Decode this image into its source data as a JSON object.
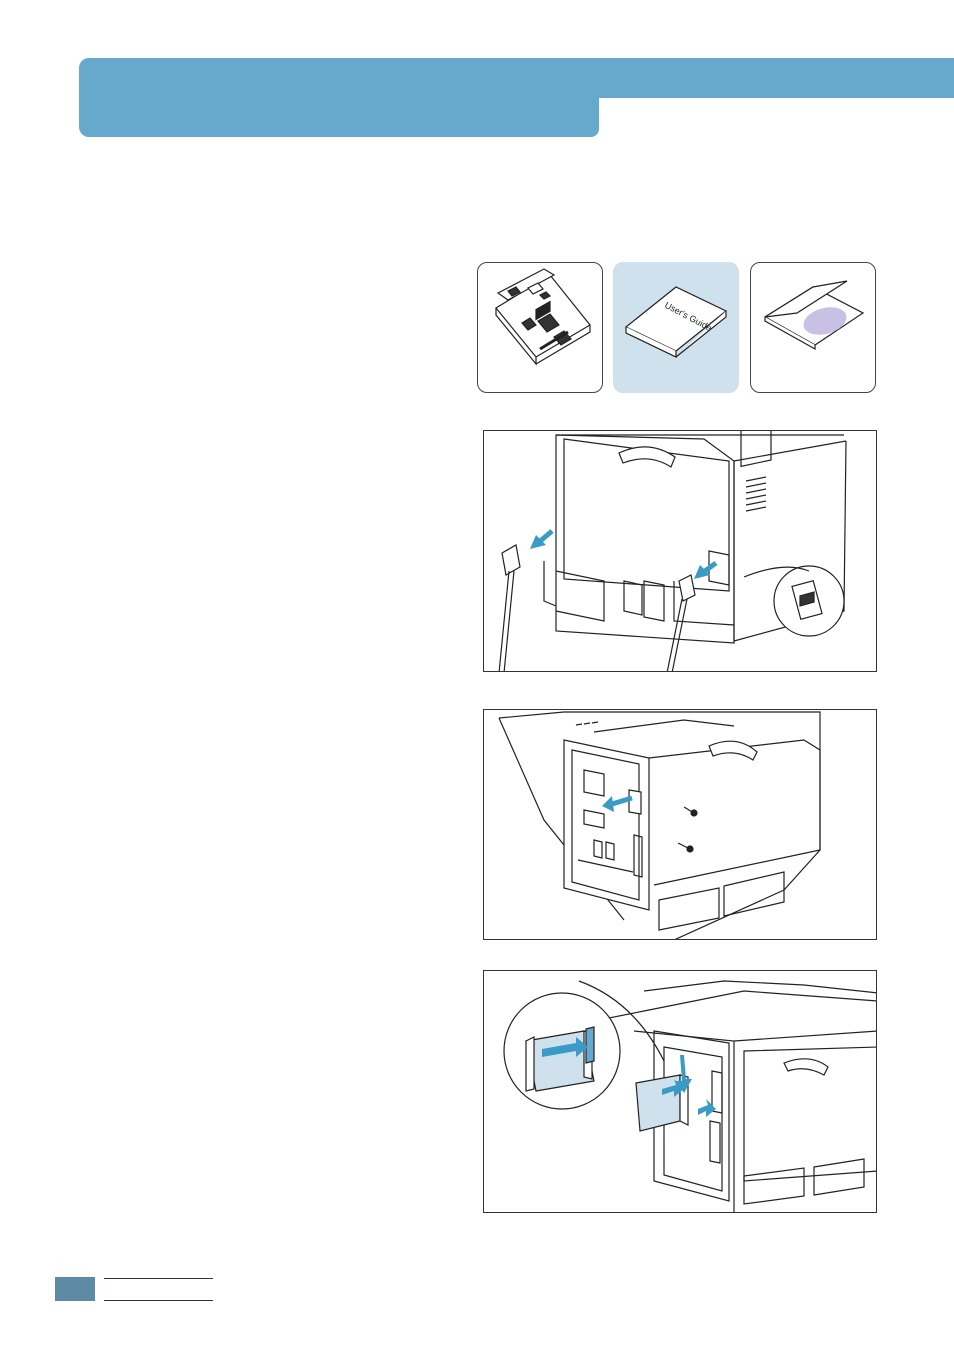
{
  "header": {
    "color": "#66a9cd"
  },
  "accessories": [
    {
      "name": "network-card",
      "label": ""
    },
    {
      "name": "users-guide",
      "label": "User's Guide"
    },
    {
      "name": "software-cd",
      "label": ""
    }
  ],
  "colors": {
    "arrow": "#3a9cc6",
    "accent_shade": "#cfe1ec",
    "line": "#333333"
  },
  "footer": {
    "page_box_color": "#5f8aa6"
  }
}
